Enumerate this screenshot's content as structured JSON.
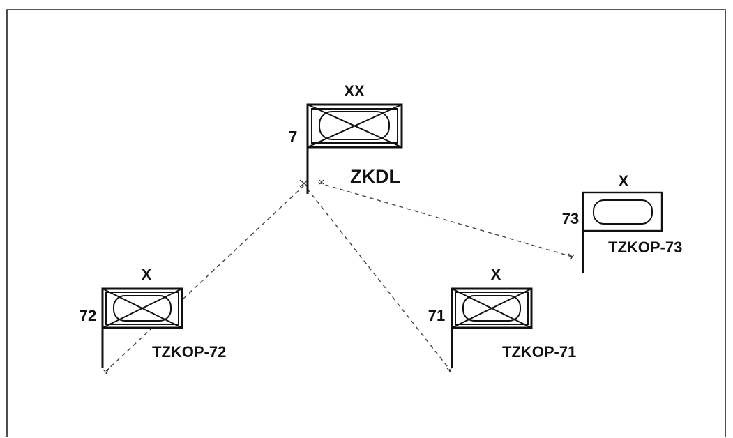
{
  "units": {
    "hq": {
      "echelon": "XX",
      "number": "7",
      "label": "ZKDL",
      "icon": "armored-division-flag-icon"
    },
    "u72": {
      "echelon": "X",
      "number": "72",
      "label": "TZKOP-72",
      "icon": "armored-brigade-flag-icon"
    },
    "u71": {
      "echelon": "X",
      "number": "71",
      "label": "TZKOP-71",
      "icon": "armored-brigade-flag-icon"
    },
    "u73": {
      "echelon": "X",
      "number": "73",
      "label": "TZKOP-73",
      "icon": "armor-brigade-flag-icon"
    }
  },
  "links": [
    {
      "from": "ZKDL",
      "to": "TZKOP-72"
    },
    {
      "from": "ZKDL",
      "to": "TZKOP-71"
    },
    {
      "from": "ZKDL",
      "to": "TZKOP-73"
    }
  ],
  "colors": {
    "line": "#111111",
    "connector": "#444444",
    "background": "#ffffff"
  }
}
